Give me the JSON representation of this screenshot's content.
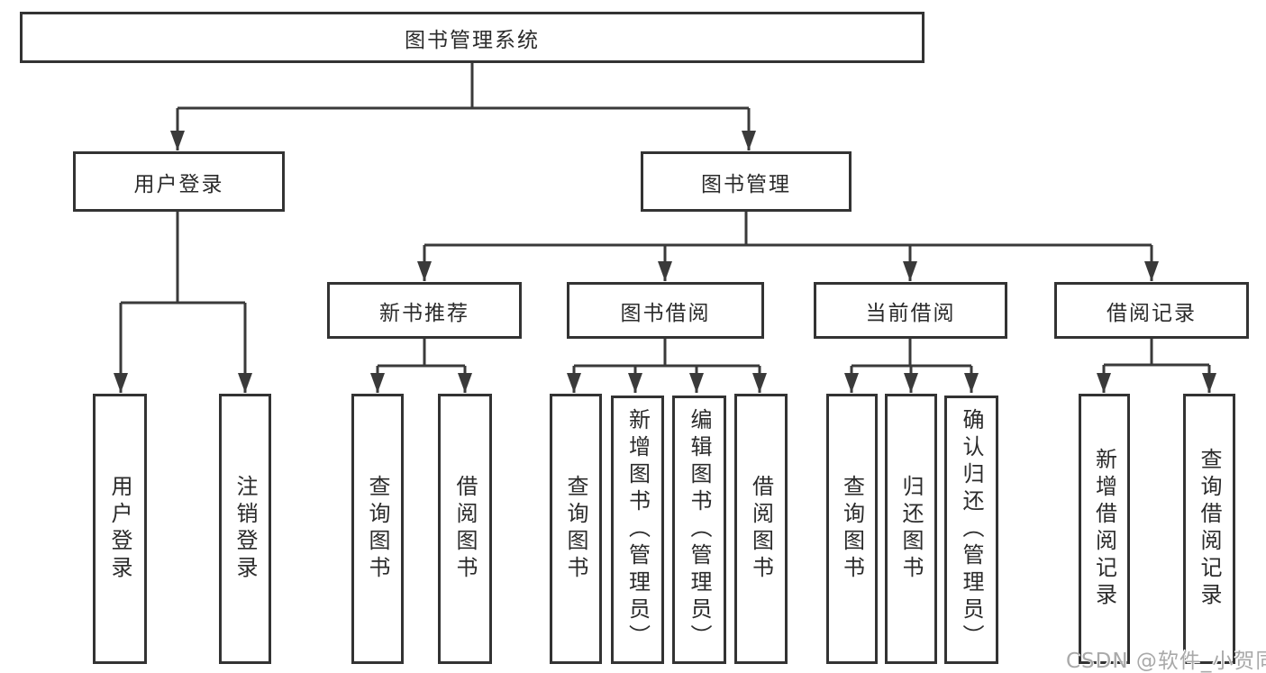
{
  "tree": {
    "label": "图书管理系统",
    "children": [
      {
        "label": "用户登录",
        "children": [
          {
            "label": "用户登录"
          },
          {
            "label": "注销登录"
          }
        ]
      },
      {
        "label": "图书管理",
        "children": [
          {
            "label": "新书推荐",
            "children": [
              {
                "label": "查询图书"
              },
              {
                "label": "借阅图书"
              }
            ]
          },
          {
            "label": "图书借阅",
            "children": [
              {
                "label": "查询图书"
              },
              {
                "label": "新增图书（管理员）"
              },
              {
                "label": "编辑图书（管理员）"
              },
              {
                "label": "借阅图书"
              }
            ]
          },
          {
            "label": "当前借阅",
            "children": [
              {
                "label": "查询图书"
              },
              {
                "label": "归还图书"
              },
              {
                "label": "确认归还（管理员）"
              }
            ]
          },
          {
            "label": "借阅记录",
            "children": [
              {
                "label": "新增借阅记录"
              },
              {
                "label": "查询借阅记录"
              }
            ]
          }
        ]
      }
    ]
  },
  "watermark": "CSDN @软件_小贺同学",
  "colors": {
    "box_border": "#333333",
    "connector": "#3a3a3a",
    "text": "#2b2b2b",
    "watermark": "#a9a9a9",
    "background": "#ffffff"
  }
}
